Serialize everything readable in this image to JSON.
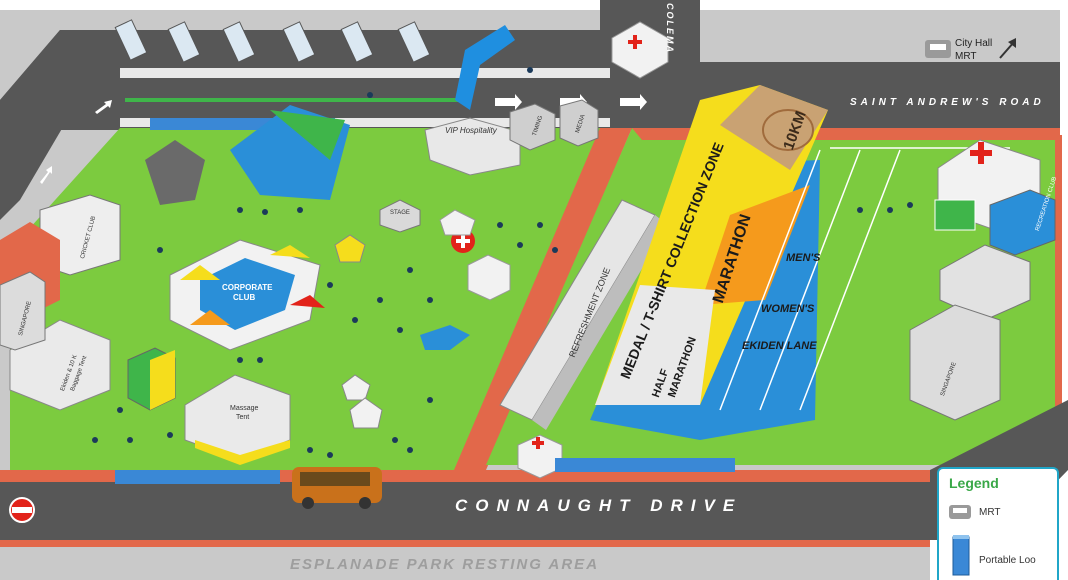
{
  "roads": {
    "top": "SAINT ANDREW'S ROAD",
    "bottom": "CONNAUGHT DRIVE",
    "side": "COLEMA",
    "park": "ESPLANADE PARK RESTING AREA"
  },
  "mrt_station": {
    "line1": "City Hall",
    "line2": "MRT"
  },
  "zones": {
    "km10": "10KM",
    "collection": "MEDAL / T-SHIRT COLLECTION ZONE",
    "marathon": "MARATHON",
    "half_line1": "HALF",
    "half_line2": "MARATHON",
    "refreshment": "REFRESHMENT ZONE",
    "corporate_line1": "CORPORATE",
    "corporate_line2": "CLUB",
    "vip": "VIP Hospitality",
    "timing": "TIMING",
    "media": "MEDIA",
    "stage": "STAGE",
    "massage_line1": "Massage",
    "massage_line2": "Tent",
    "baggage_line1": "Ekiden & 10 K",
    "baggage_line2": "Baggage Tent",
    "cricket": "CRICKET CLUB",
    "singapore_left": "SINGAPORE",
    "singapore_right": "SINGAPORE",
    "recreation": "RECREATION CLUB"
  },
  "lanes": {
    "mens": "MEN'S",
    "womens": "WOMEN'S",
    "ekiden": "EKIDEN LANE"
  },
  "legend": {
    "title": "Legend",
    "mrt": "MRT",
    "loo": "Portable Loo"
  },
  "colors": {
    "grass": "#7ccb3f",
    "road": "#575757",
    "path": "#e2684a",
    "plaza": "#c9c9c9",
    "zone_yellow": "#f5dd1c",
    "zone_orange": "#f59a1c",
    "zone_brown": "#c9a273",
    "tent_blue": "#2a8fd8",
    "legend_border": "#20a6c8",
    "legend_title": "#3aa848"
  }
}
